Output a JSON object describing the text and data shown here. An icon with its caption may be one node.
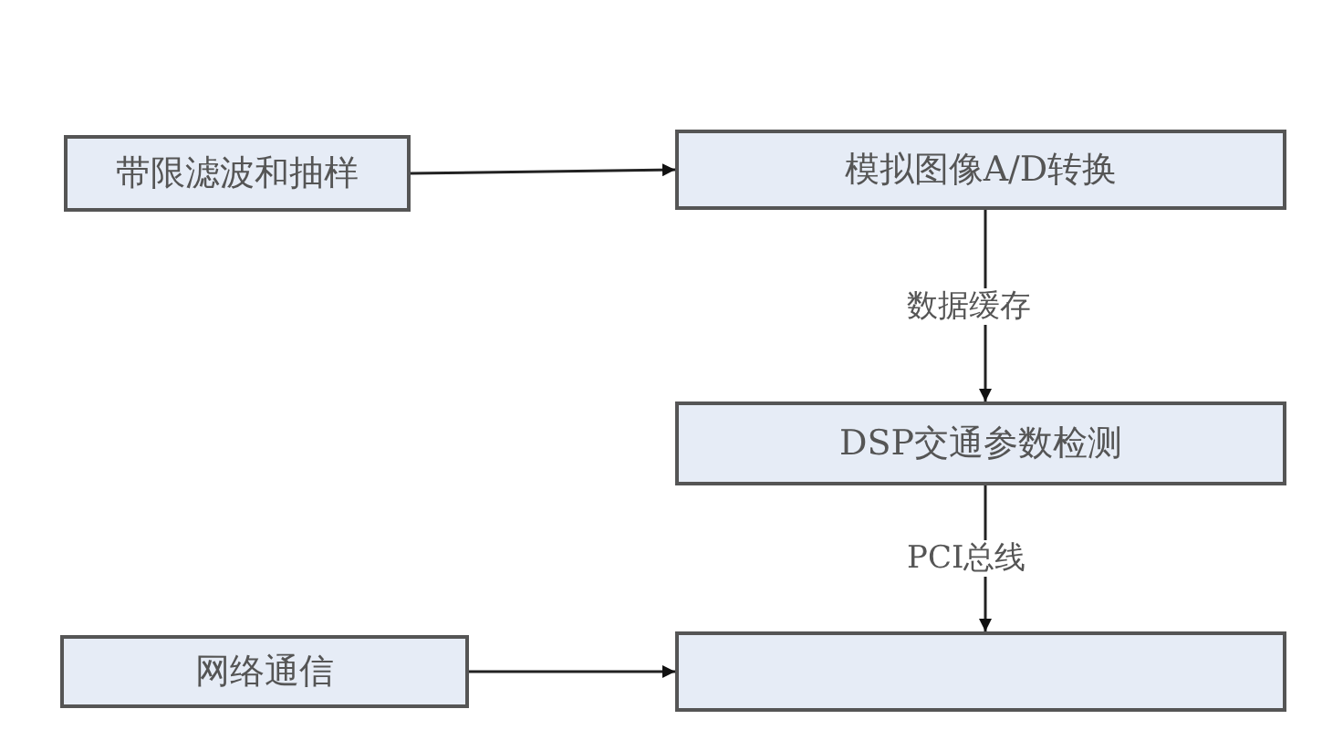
{
  "diagram": {
    "nodes": [
      {
        "text": [
          "带限滤波和抽样"
        ]
      },
      {
        "text": [
          "模拟图像A/D转换"
        ]
      },
      {
        "text": [
          "DSP交通参数检测"
        ]
      },
      {
        "text": [
          "网络通信"
        ]
      },
      {
        "text": [],
        "shape": "box"
      }
    ],
    "edges": [
      {
        "from": 0,
        "to": 1,
        "arrow": "to"
      },
      {
        "from": 1,
        "to": 2,
        "arrow": "to",
        "label": "数据缓存"
      },
      {
        "from": 2,
        "to": 4,
        "arrow": "to",
        "label": "PCI总线"
      },
      {
        "from": 3,
        "to": 4,
        "arrow": "to"
      }
    ]
  }
}
